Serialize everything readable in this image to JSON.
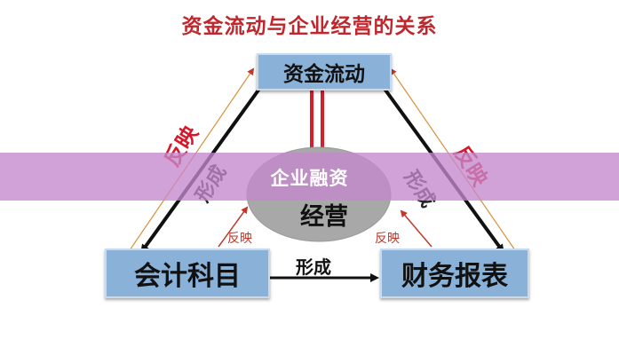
{
  "title": "资金流动与企业经营的关系",
  "nodes": {
    "top": "资金流动",
    "center": "经营",
    "left": "会计科目",
    "right": "财务报表"
  },
  "labels": {
    "bottom_form": "形成",
    "left_form": "形成",
    "right_form": "形成",
    "left_feedback": "反映",
    "right_feedback": "反映",
    "left_feedback_small": "反映",
    "right_feedback_small": "反映"
  },
  "banner": "企业融资",
  "colors": {
    "title": "#c0262b",
    "box": "#8ab2d8",
    "feedback": "#d8182a",
    "banner": "#c488cc"
  }
}
